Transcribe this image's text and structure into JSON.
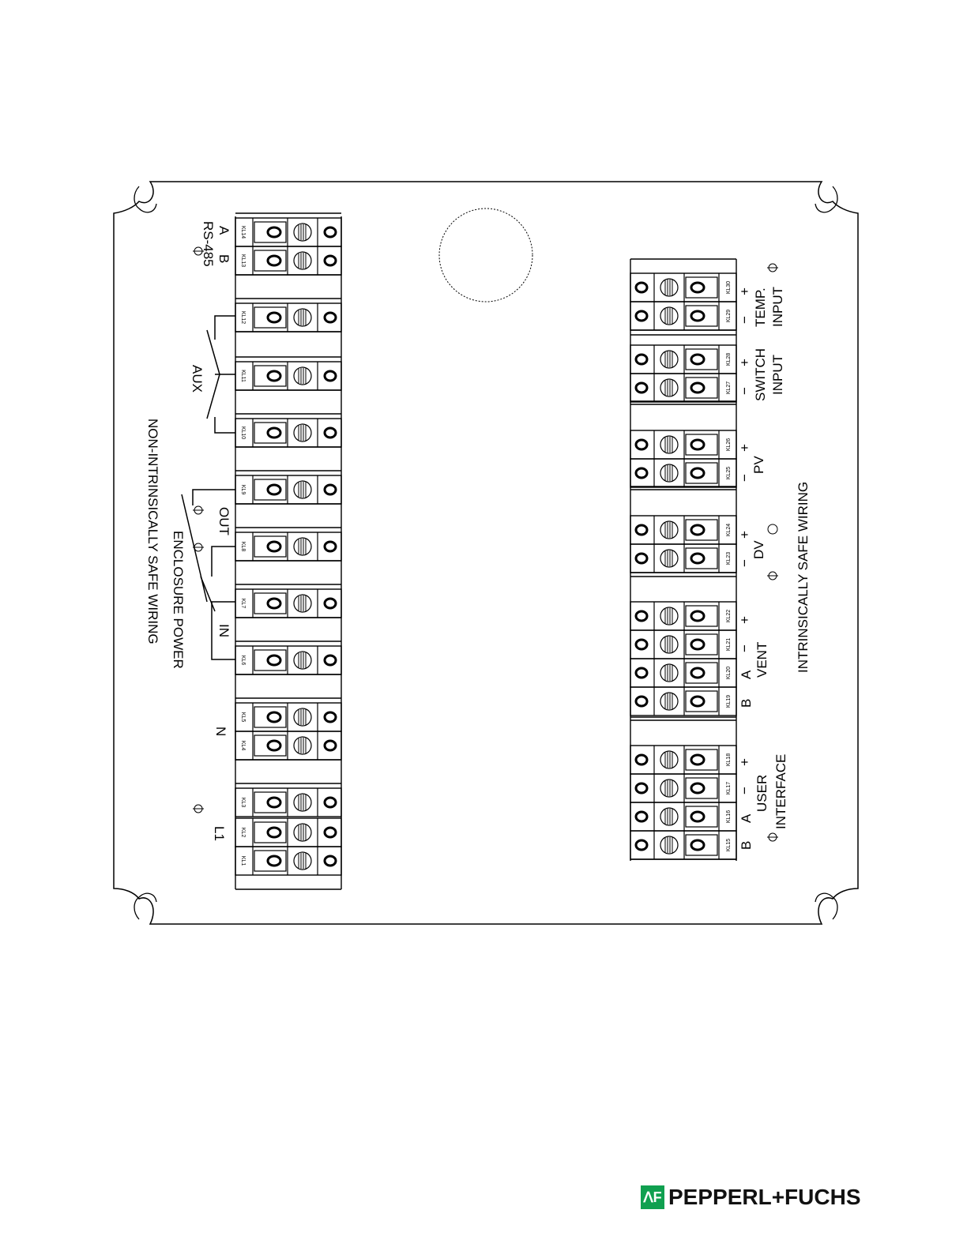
{
  "left_title": "NON-INTRINSICALLY SAFE WIRING",
  "right_title": "INTRINSICALLY SAFE WIRING",
  "enclosure_power": "ENCLOSURE POWER",
  "left_labels": {
    "a": "A",
    "b": "B",
    "rs485": "RS-485",
    "aux": "AUX",
    "out": "OUT",
    "in": "IN",
    "n": "N",
    "l1": "L1"
  },
  "left_terminals": [
    "KL14",
    "KL13",
    "KL12",
    "KL11",
    "KL10",
    "KL9",
    "KL8",
    "KL7",
    "KL6",
    "KL5",
    "KL4",
    "KL3",
    "KL2",
    "KL1"
  ],
  "right_terminals": [
    "KL30",
    "KL29",
    "KL28",
    "KL27",
    "KL26",
    "KL25",
    "KL24",
    "KL23",
    "KL22",
    "KL21",
    "KL20",
    "KL19",
    "KL18",
    "KL17",
    "KL16",
    "KL15"
  ],
  "right_labels": {
    "temp": "TEMP.",
    "temp_input": "INPUT",
    "switch": "SWITCH",
    "switch_input": "INPUT",
    "pv": "PV",
    "dv": "DV",
    "vent": "VENT",
    "user": "USER",
    "interface": "INTERFACE",
    "plus": "+",
    "minus": "−",
    "a": "A",
    "b": "B"
  },
  "logo": {
    "mark": "ᐱF",
    "text": "PEPPERL+FUCHS",
    "mark_color": "#10a050"
  }
}
